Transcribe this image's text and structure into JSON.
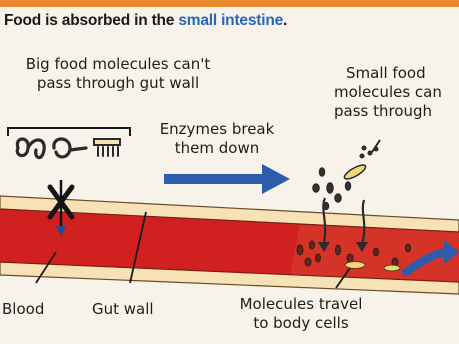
{
  "title": {
    "prefix": "Food is absorbed in the",
    "highlight": "small intestine",
    "suffix": "."
  },
  "labels": {
    "big_molecules": [
      "Big food molecules can't",
      "pass through gut wall"
    ],
    "enzymes": [
      "Enzymes break",
      "them down"
    ],
    "small_molecules": [
      "Small food",
      "molecules can",
      "pass through"
    ],
    "blood": "Blood",
    "gut_wall": "Gut wall",
    "travel": [
      "Molecules travel",
      "to body cells"
    ]
  },
  "colors": {
    "accent_bar": "#e7882e",
    "title_highlight": "#2a66b8",
    "blood": "#d0201f",
    "gut_wall": "#f6e2b4",
    "arrow": "#2c5cab"
  }
}
